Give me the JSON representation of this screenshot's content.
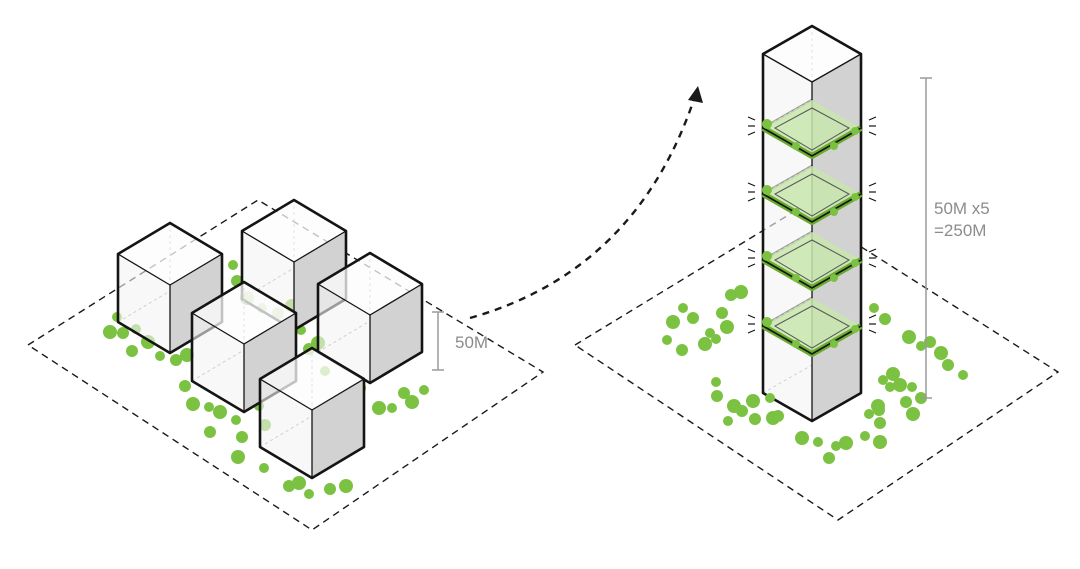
{
  "labels": {
    "height_single": "50M",
    "height_total_line1": "50M x5",
    "height_total_line2": "=250M"
  },
  "colors": {
    "background": "#ffffff",
    "outline": "#141414",
    "dash": "#1a1a1a",
    "cube_top": "#fcfcfc",
    "cube_left": "#f4f4f4",
    "cube_right": "#d2d2d2",
    "hidden_edge": "#9a9a9a",
    "tree_green": "#7cc242",
    "slab_green": "#6aab2e",
    "terrace_green": "#c8e6ad",
    "dimension": "#9a9a9a",
    "label_text": "#8c8c8c"
  },
  "icons": {
    "arrow": "dashed-curved-arrow-icon",
    "dimension": "dimension-line-icon"
  }
}
